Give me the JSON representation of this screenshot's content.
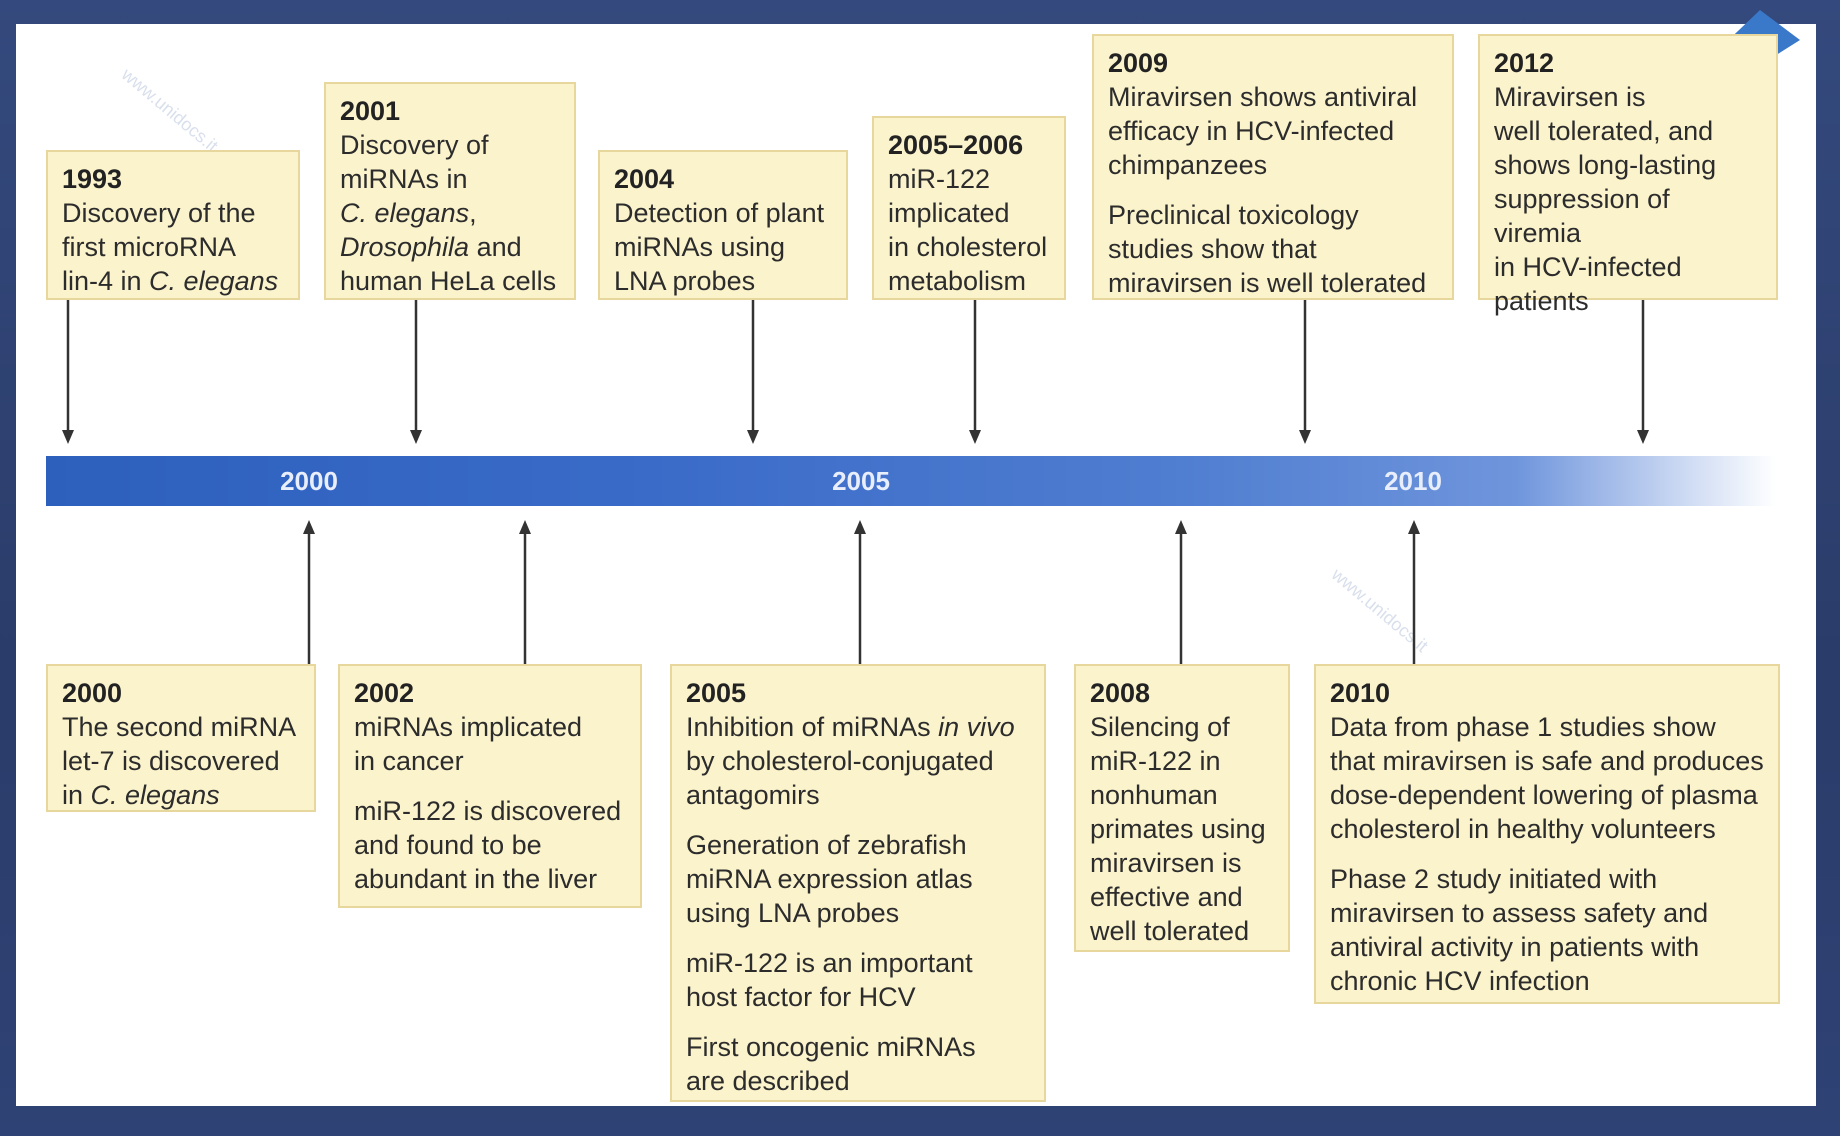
{
  "axis": {
    "ticks": [
      "2000",
      "2005",
      "2010"
    ]
  },
  "top_events": [
    {
      "year": "1993",
      "lines": [
        "Discovery of the",
        "first microRNA",
        "lin-4 in <i>C. elegans</i>"
      ]
    },
    {
      "year": "2001",
      "lines": [
        "Discovery of",
        "miRNAs in",
        "<i>C. elegans</i>,",
        "<i>Drosophila</i> and",
        "human HeLa cells"
      ]
    },
    {
      "year": "2004",
      "lines": [
        "Detection of plant",
        "miRNAs using",
        "LNA probes"
      ]
    },
    {
      "year": "2005–2006",
      "lines": [
        "miR-122",
        "implicated",
        "in cholesterol",
        "metabolism"
      ]
    },
    {
      "year": "2009",
      "paragraphs": [
        [
          "Miravirsen shows antiviral",
          "efficacy in HCV-infected",
          "chimpanzees"
        ],
        [
          "Preclinical toxicology",
          "studies show that",
          "miravirsen is well tolerated"
        ]
      ]
    },
    {
      "year": "2012",
      "lines": [
        "Miravirsen is",
        "well tolerated, and",
        "shows long-lasting",
        "suppression of viremia",
        "in HCV-infected",
        "patients"
      ]
    }
  ],
  "bottom_events": [
    {
      "year": "2000",
      "lines": [
        "The second miRNA",
        "let-7 is discovered",
        "in <i>C. elegans</i>"
      ]
    },
    {
      "year": "2002",
      "paragraphs": [
        [
          "miRNAs implicated",
          "in cancer"
        ],
        [
          "miR-122 is discovered",
          "and found to be",
          "abundant in the liver"
        ]
      ]
    },
    {
      "year": "2005",
      "paragraphs": [
        [
          "Inhibition of miRNAs <i>in vivo</i>",
          "by cholesterol-conjugated",
          "antagomirs"
        ],
        [
          "Generation of zebrafish",
          "miRNA expression atlas",
          "using LNA probes"
        ],
        [
          "miR-122 is an important",
          "host factor for HCV"
        ],
        [
          "First oncogenic miRNAs",
          "are described"
        ]
      ]
    },
    {
      "year": "2008",
      "lines": [
        "Silencing of",
        "miR-122 in",
        "nonhuman",
        "primates using",
        "miravirsen is",
        "effective and",
        "well tolerated"
      ]
    },
    {
      "year": "2010",
      "paragraphs": [
        [
          "Data from phase 1 studies show",
          "that miravirsen is safe and produces",
          "dose-dependent lowering of plasma",
          "cholesterol in healthy volunteers"
        ],
        [
          "Phase 2 study initiated with",
          "miravirsen to assess safety and",
          "antiviral activity in patients with",
          "chronic HCV infection"
        ]
      ]
    }
  ],
  "watermark": "www.unidocs.it",
  "colors": {
    "bar_start": "#2d5fbd",
    "box_fill": "#fbf3cc",
    "box_border": "#e8d79c",
    "highlight_arrow": "#3a78c9"
  }
}
